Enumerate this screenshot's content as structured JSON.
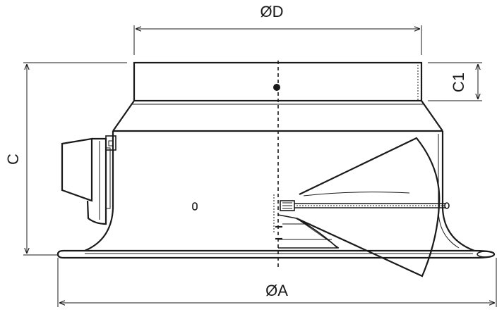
{
  "dimensions": {
    "top_diameter_label": "ØD",
    "bottom_diameter_label": "ØA",
    "total_height_label": "C",
    "collar_height_label": "C1"
  },
  "colors": {
    "line": "#1a1a1a",
    "background": "#ffffff"
  }
}
